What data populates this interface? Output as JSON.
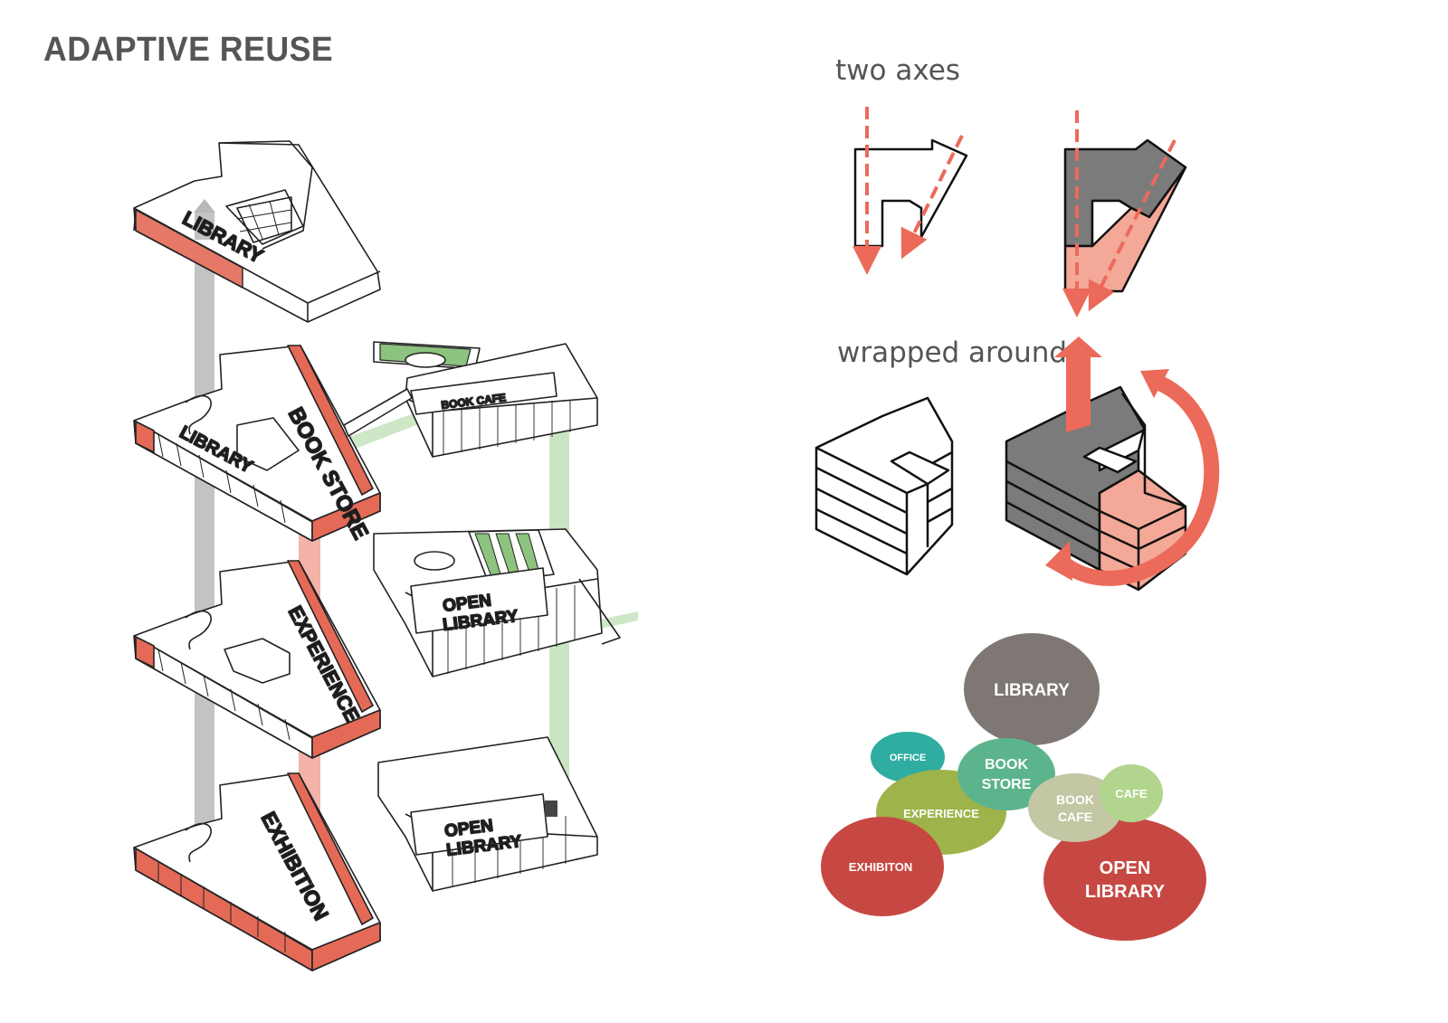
{
  "title": "ADAPTIVE REUSE",
  "headings": {
    "two_axes": "two axes",
    "wrapped_around": "wrapped around"
  },
  "floor_labels": {
    "top_library": "LIBRARY",
    "library": "LIBRARY",
    "book_store": "BOOK STORE",
    "book_cafe": "BOOK CAFE",
    "experience": "EXPERIENCE",
    "open_library_upper_1": "OPEN",
    "open_library_upper_2": "LIBRARY",
    "exhibition": "EXHIBITION",
    "open_library_lower_1": "OPEN",
    "open_library_lower_2": "LIBRARY"
  },
  "bubbles": {
    "library": "LIBRARY",
    "office": "OFFICE",
    "book_store_1": "BOOK",
    "book_store_2": "STORE",
    "experience": "EXPERIENCE",
    "book_cafe_1": "BOOK",
    "book_cafe_2": "CAFE",
    "cafe": "CAFE",
    "exhibition": "EXHIBITON",
    "open_library_1": "OPEN",
    "open_library_2": "LIBRARY"
  },
  "colors": {
    "accent_red": "#ec6a5a",
    "light_salmon": "#f4a898",
    "dark_gray": "#7b7b7b",
    "green": "#8cc37e",
    "library_bubble": "#7e7773",
    "office_bubble": "#2eada0",
    "book_store_bubble": "#5cb48c",
    "experience_bubble": "#9eb44a",
    "book_cafe_bubble": "#c3c7a4",
    "cafe_bubble": "#b2d58d",
    "exhibition_bubble": "#c74842",
    "open_library_bubble": "#c74842"
  }
}
